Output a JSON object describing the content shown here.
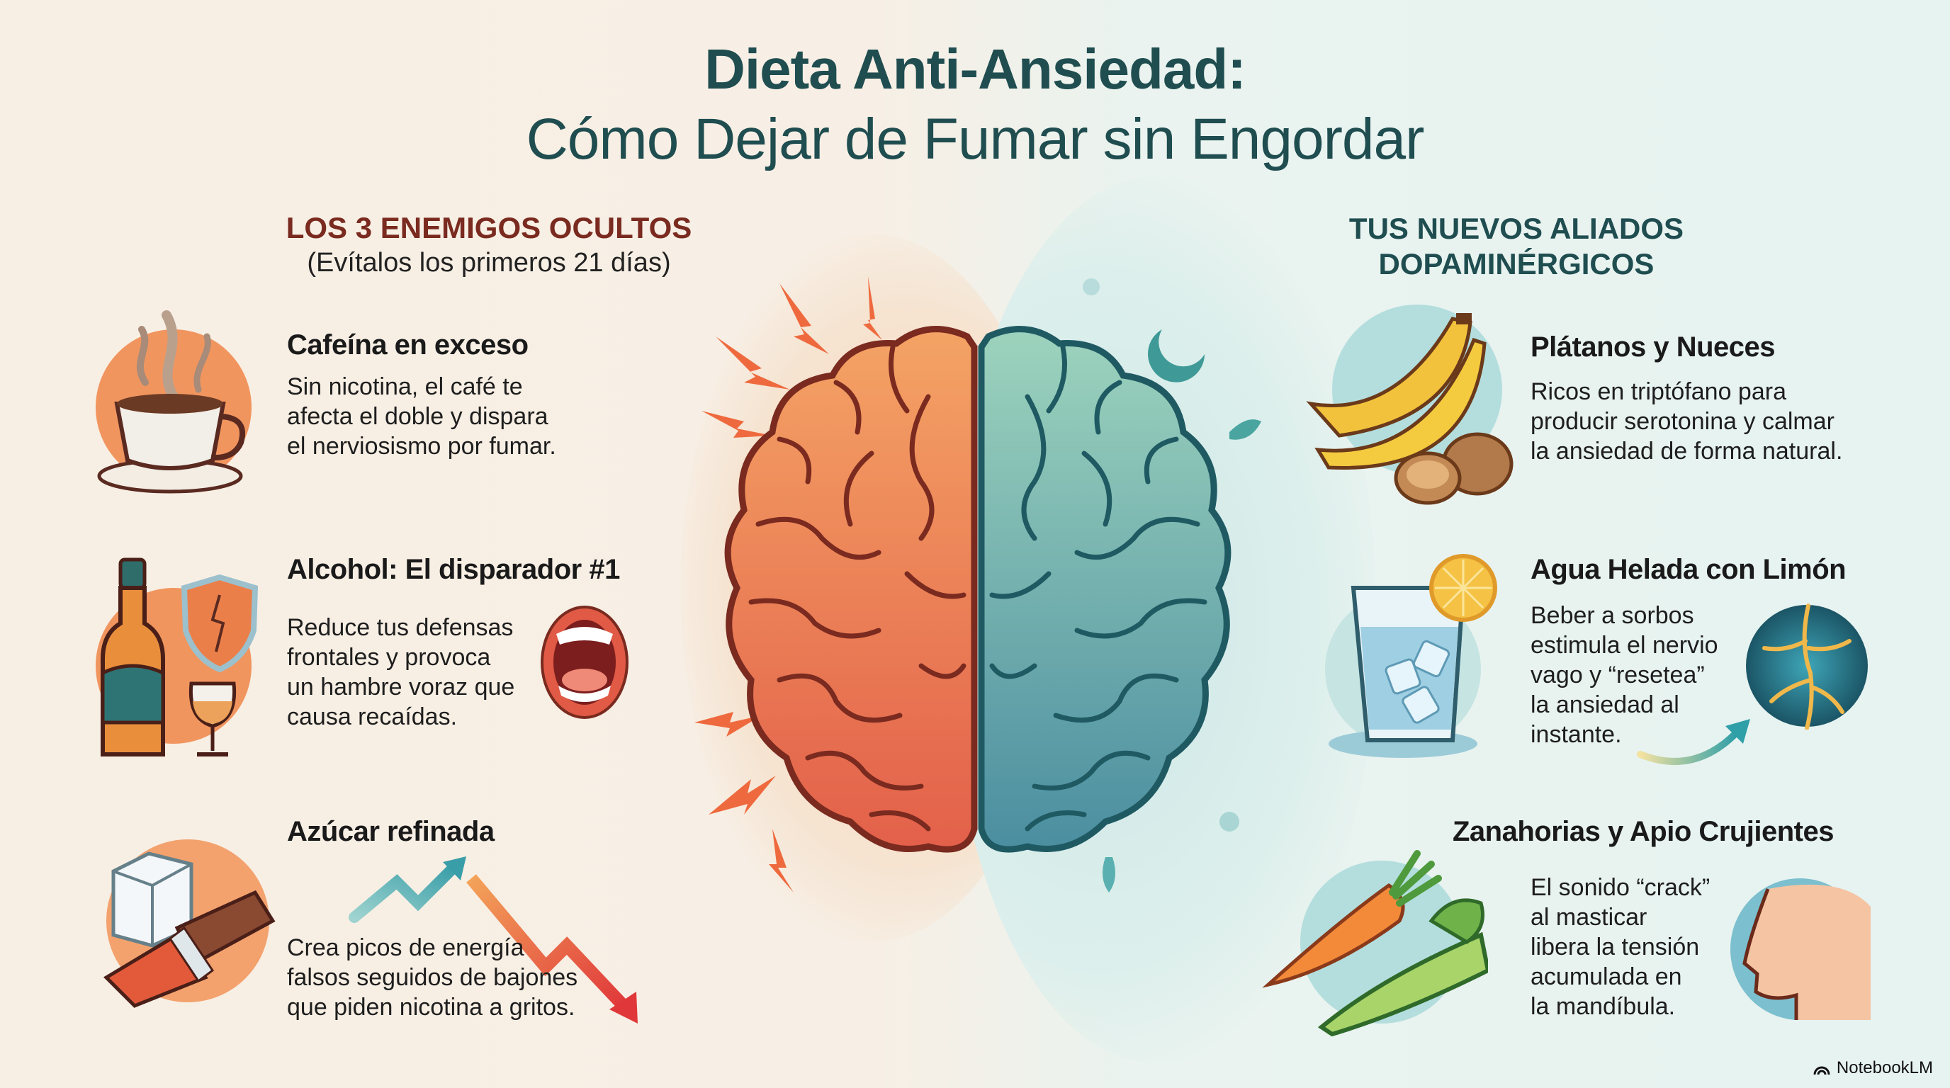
{
  "header": {
    "title_line1": "Dieta Anti-Ansiedad:",
    "title_line2": "Cómo Dejar de Fumar sin Engordar"
  },
  "enemies": {
    "heading": "LOS 3 ENEMIGOS OCULTOS",
    "subheading": "(Evítalos los primeros 21 días)",
    "accent_color": "#7a2a1f",
    "items": [
      {
        "title": "Cafeína en exceso",
        "description": "Sin nicotina, el café te\nafecta el doble y dispara\nel nerviosismo por fumar.",
        "icon": "coffee-cup-icon"
      },
      {
        "title": "Alcohol: El disparador #1",
        "description": "Reduce tus defensas\nfrontales y provoca\nun hambre voraz que\ncausa recaídas.",
        "icon": "alcohol-bottle-icon",
        "extra_icon": "open-mouth-icon"
      },
      {
        "title": "Azúcar refinada",
        "description": "Crea picos de energía\nfalsos seguidos de bajones\nque piden nicotina a gritos.",
        "icon": "sugar-chocolate-icon",
        "extra_icon": "spike-crash-arrows-icon"
      }
    ]
  },
  "allies": {
    "heading_line1": "TUS NUEVOS ALIADOS",
    "heading_line2": "DOPAMINÉRGICOS",
    "accent_color": "#1f4d50",
    "items": [
      {
        "title": "Plátanos y Nueces",
        "description": "Ricos en triptófano para\nproducir serotonina y calmar\nla ansiedad de forma natural.",
        "icon": "banana-walnut-icon"
      },
      {
        "title": "Agua Helada con Limón",
        "description": "Beber a sorbos\nestimula el nervio\nvago y “resetea”\nla ansiedad al\ninstante.",
        "icon": "iced-water-lemon-icon",
        "extra_icon": "vagus-nerve-icon"
      },
      {
        "title": "Zanahorias y Apio Crujientes",
        "description": "El sonido “crack”\nal masticar\nlibera la tensión\nacumulada en\nla mandíbula.",
        "icon": "carrot-celery-icon",
        "extra_icon": "head-profile-icon"
      }
    ]
  },
  "center": {
    "icon": "split-brain-icon",
    "left_color": "#ee7f52",
    "right_color": "#5fa3a3"
  },
  "footer": {
    "brand": "NotebookLM"
  }
}
